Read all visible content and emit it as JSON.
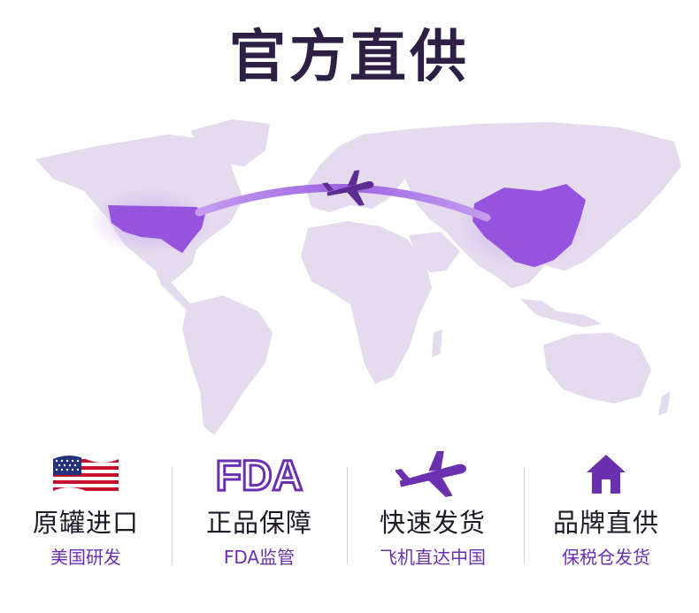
{
  "title": "官方直供",
  "colors": {
    "accent": "#8e4fd6",
    "map": "#e4dcee",
    "title": "#2e1f45",
    "sub": "#6a30b0"
  },
  "features": [
    {
      "icon": "us-flag-icon",
      "title": "原罐进口",
      "subtitle": "美国研发"
    },
    {
      "icon": "fda-logo-icon",
      "logo_text": "FDA",
      "title": "正品保障",
      "subtitle": "FDA监管"
    },
    {
      "icon": "airplane-icon",
      "title": "快速发货",
      "subtitle": "飞机直达中国"
    },
    {
      "icon": "home-icon",
      "title": "品牌直供",
      "subtitle": "保税仓发货"
    }
  ]
}
